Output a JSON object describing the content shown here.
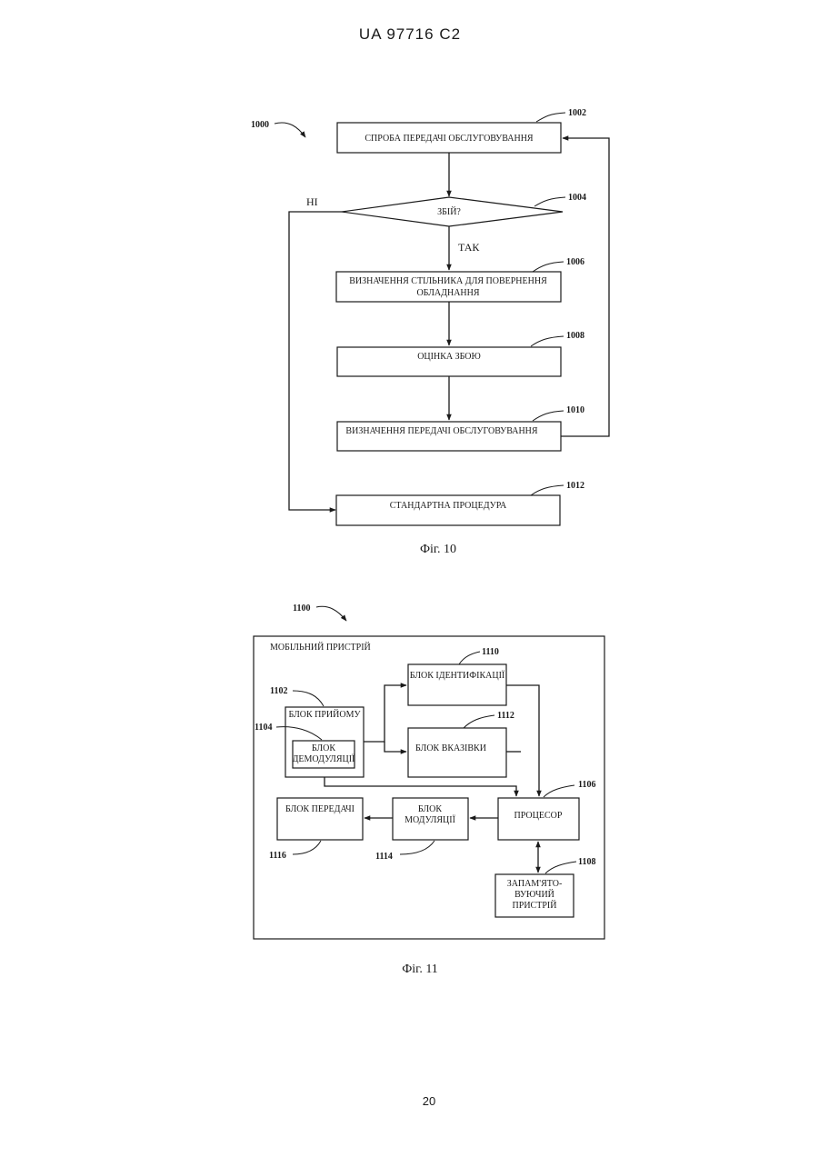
{
  "header": {
    "patent_number": "UA 97716 C2"
  },
  "fig10": {
    "ref_main": "1000",
    "refs": {
      "attempt": "1002",
      "failure": "1004",
      "window": "1006",
      "estimate": "1008",
      "handover": "1010",
      "standard": "1012"
    },
    "boxes": {
      "attempt": "СПРОБА ПЕРЕДАЧІ ОБСЛУГОВУВАННЯ",
      "failure": "ЗБІЙ?",
      "window_line1": "ВИЗНАЧЕННЯ СТІЛЬНИКА ДЛЯ ПОВЕРНЕННЯ",
      "window_line2": "ОБЛАДНАННЯ",
      "estimate": "ОЦІНКА ЗБОЮ",
      "handover": "ВИЗНАЧЕННЯ ПЕРЕДАЧІ ОБСЛУГОВУВАННЯ",
      "standard": "СТАНДАРТНА ПРОЦЕДУРА"
    },
    "no_label": "НІ",
    "yes_label": "ТАК",
    "caption": "Фіг. 10"
  },
  "fig11": {
    "ref_main": "1100",
    "device_label": "МОБІЛЬНИЙ ПРИСТРІЙ",
    "refs": {
      "receive": "1102",
      "demod": "1104",
      "processor": "1106",
      "memory": "1108",
      "ident": "1110",
      "indicate": "1112",
      "modul": "1114",
      "transmit": "1116"
    },
    "boxes": {
      "receive": "БЛОК ПРИЙОМУ",
      "demod_line1": "БЛОК",
      "demod_line2": "ДЕМОДУЛЯЦІЇ",
      "ident": "БЛОК ІДЕНТИФІКАЦІЇ",
      "indicate": "БЛОК ВКАЗІВКИ",
      "processor": "ПРОЦЕСОР",
      "modul_line1": "БЛОК",
      "modul_line2": "МОДУЛЯЦІЇ",
      "transmit": "БЛОК ПЕРЕДАЧІ",
      "memory_line1": "ЗАПАМ'ЯТО-",
      "memory_line2": "ВУЮЧИЙ",
      "memory_line3": "ПРИСТРІЙ"
    },
    "caption": "Фіг. 11"
  },
  "footer": {
    "page_number": "20"
  }
}
